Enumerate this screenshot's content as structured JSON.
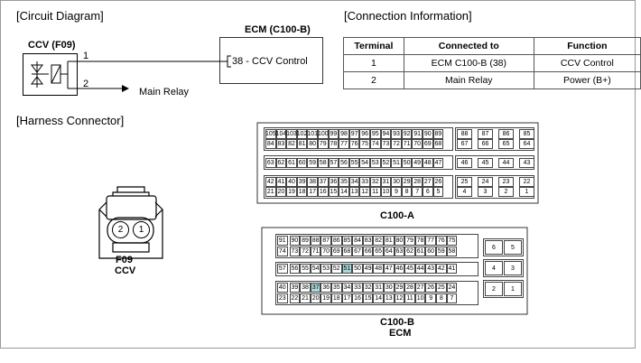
{
  "sections": {
    "circuit": "[Circuit Diagram]",
    "connection": "[Connection Information]",
    "harness": "[Harness Connector]"
  },
  "circuit": {
    "ccv_title": "CCV (F09)",
    "ecm_title": "ECM (C100-B)",
    "pin1": "1",
    "pin2": "2",
    "main_relay": "Main Relay",
    "ecm_terminal": "38 - CCV Control"
  },
  "table": {
    "headers": [
      "Terminal",
      "Connected to",
      "Function"
    ],
    "rows": [
      [
        "1",
        "ECM C100-B (38)",
        "CCV Control"
      ],
      [
        "2",
        "Main Relay",
        "Power (B+)"
      ]
    ]
  },
  "ccv_connector": {
    "pins": [
      "2",
      "1"
    ],
    "label1": "F09",
    "label2": "CCV"
  },
  "c100a": {
    "label": "C100-A",
    "main": [
      [
        "105",
        "104",
        "103",
        "102",
        "101",
        "100",
        "99",
        "98",
        "97",
        "96",
        "95",
        "94",
        "93",
        "92",
        "91",
        "90",
        "89"
      ],
      [
        "84",
        "83",
        "82",
        "81",
        "80",
        "79",
        "78",
        "77",
        "76",
        "75",
        "74",
        "73",
        "72",
        "71",
        "70",
        "69",
        "68"
      ],
      [
        "63",
        "62",
        "61",
        "60",
        "59",
        "58",
        "57",
        "56",
        "55",
        "54",
        "53",
        "52",
        "51",
        "50",
        "49",
        "48",
        "47"
      ],
      [
        "42",
        "41",
        "40",
        "39",
        "38",
        "37",
        "36",
        "35",
        "34",
        "33",
        "32",
        "31",
        "30",
        "29",
        "28",
        "27",
        "26"
      ],
      [
        "21",
        "20",
        "19",
        "18",
        "17",
        "16",
        "15",
        "14",
        "13",
        "12",
        "11",
        "10",
        "9",
        "8",
        "7",
        "6",
        "5"
      ]
    ],
    "right": [
      [
        "88",
        "87",
        "86",
        "85"
      ],
      [
        "67",
        "66",
        "65",
        "64"
      ],
      [
        "46",
        "45",
        "44",
        "43"
      ],
      [
        "25",
        "24",
        "23",
        "22"
      ],
      [
        "4",
        "3",
        "2",
        "1"
      ]
    ]
  },
  "c100b": {
    "label": "C100-B",
    "sublabel": "ECM",
    "rows": [
      [
        "91",
        "90",
        "89",
        "88",
        "87",
        "86",
        "85",
        "84",
        "83",
        "82",
        "81",
        "80",
        "79",
        "78",
        "77",
        "76",
        "75"
      ],
      [
        "74",
        "73",
        "72",
        "71",
        "70",
        "69",
        "68",
        "67",
        "66",
        "65",
        "64",
        "63",
        "62",
        "61",
        "60",
        "59",
        "58"
      ],
      [
        "57",
        "56",
        "55",
        "54",
        "53",
        "52",
        "51",
        "50",
        "49",
        "48",
        "47",
        "46",
        "45",
        "44",
        "43",
        "42",
        "41"
      ],
      [
        "40",
        "39",
        "38",
        "37",
        "36",
        "35",
        "34",
        "33",
        "32",
        "31",
        "30",
        "29",
        "28",
        "27",
        "26",
        "25",
        "24"
      ],
      [
        "23",
        "22",
        "21",
        "20",
        "19",
        "18",
        "17",
        "16",
        "15",
        "14",
        "13",
        "12",
        "11",
        "10",
        "9",
        "8",
        "7"
      ]
    ],
    "right": [
      [
        "6",
        "5"
      ],
      [
        "4",
        "3"
      ],
      [
        "2",
        "1"
      ]
    ],
    "highlight": [
      "51",
      "37"
    ],
    "highlight_color": "#a8d8d8"
  }
}
